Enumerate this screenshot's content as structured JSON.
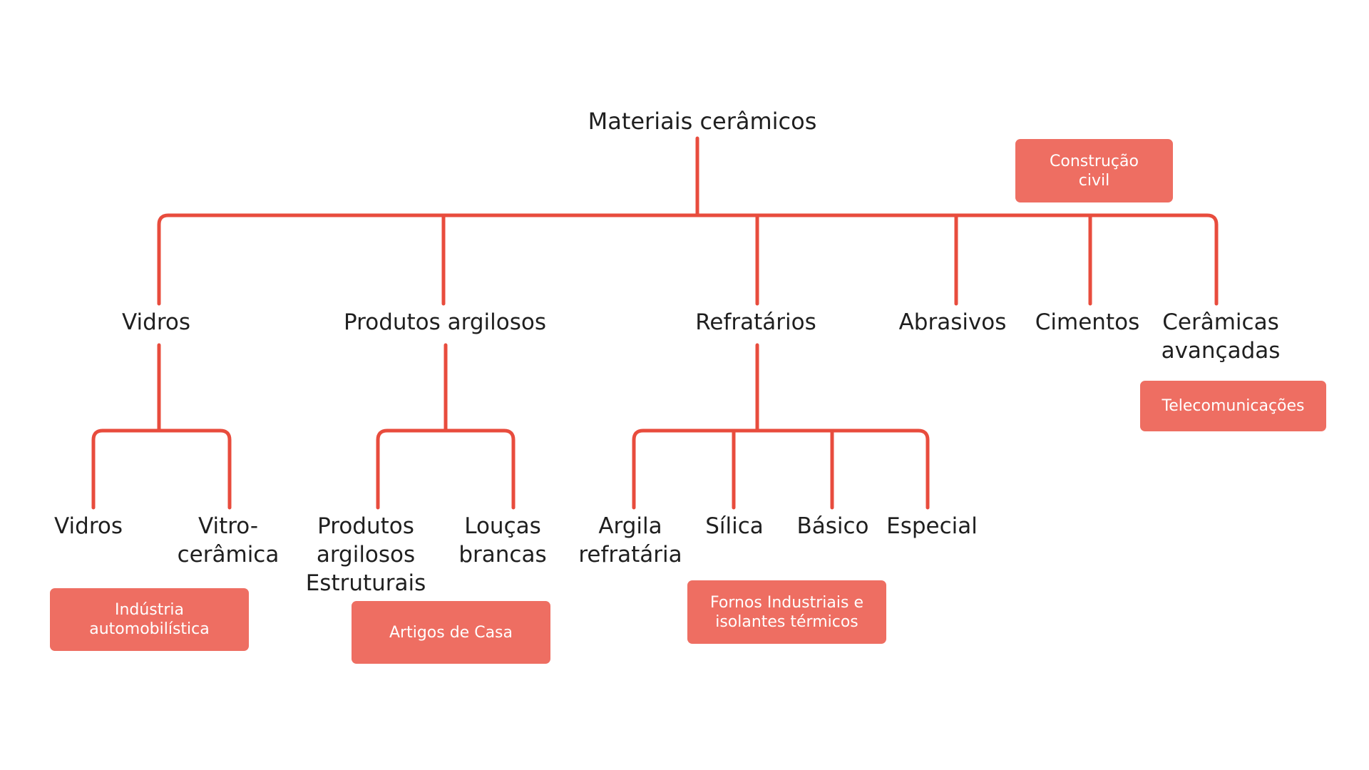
{
  "colors": {
    "connector": "#e84c3d",
    "tag_background": "#ee6e62",
    "tag_text": "#ffffff",
    "node_text": "#1f1f1f"
  },
  "root": {
    "label": "Materiais cerâmicos"
  },
  "categories": [
    {
      "label": "Vidros",
      "children": [
        {
          "label": "Vidros"
        },
        {
          "label": "Vitro-\ncerâmica"
        }
      ]
    },
    {
      "label": "Produtos argilosos",
      "children": [
        {
          "label": "Produtos\nargilosos\nEstruturais"
        },
        {
          "label": "Louças\nbrancas"
        }
      ]
    },
    {
      "label": "Refratários",
      "children": [
        {
          "label": "Argila\nrefratária"
        },
        {
          "label": "Sílica"
        },
        {
          "label": "Básico"
        },
        {
          "label": "Especial"
        }
      ]
    },
    {
      "label": "Abrasivos",
      "children": []
    },
    {
      "label": "Cimentos",
      "children": []
    },
    {
      "label": "Cerâmicas\navançadas",
      "children": []
    }
  ],
  "applications": {
    "construcao": "Construção\ncivil",
    "automobilistica": "Indústria\nautomobilística",
    "casa": "Artigos de Casa",
    "fornos": "Fornos Industriais e\nisolantes térmicos",
    "telecom": "Telecomunicações"
  }
}
